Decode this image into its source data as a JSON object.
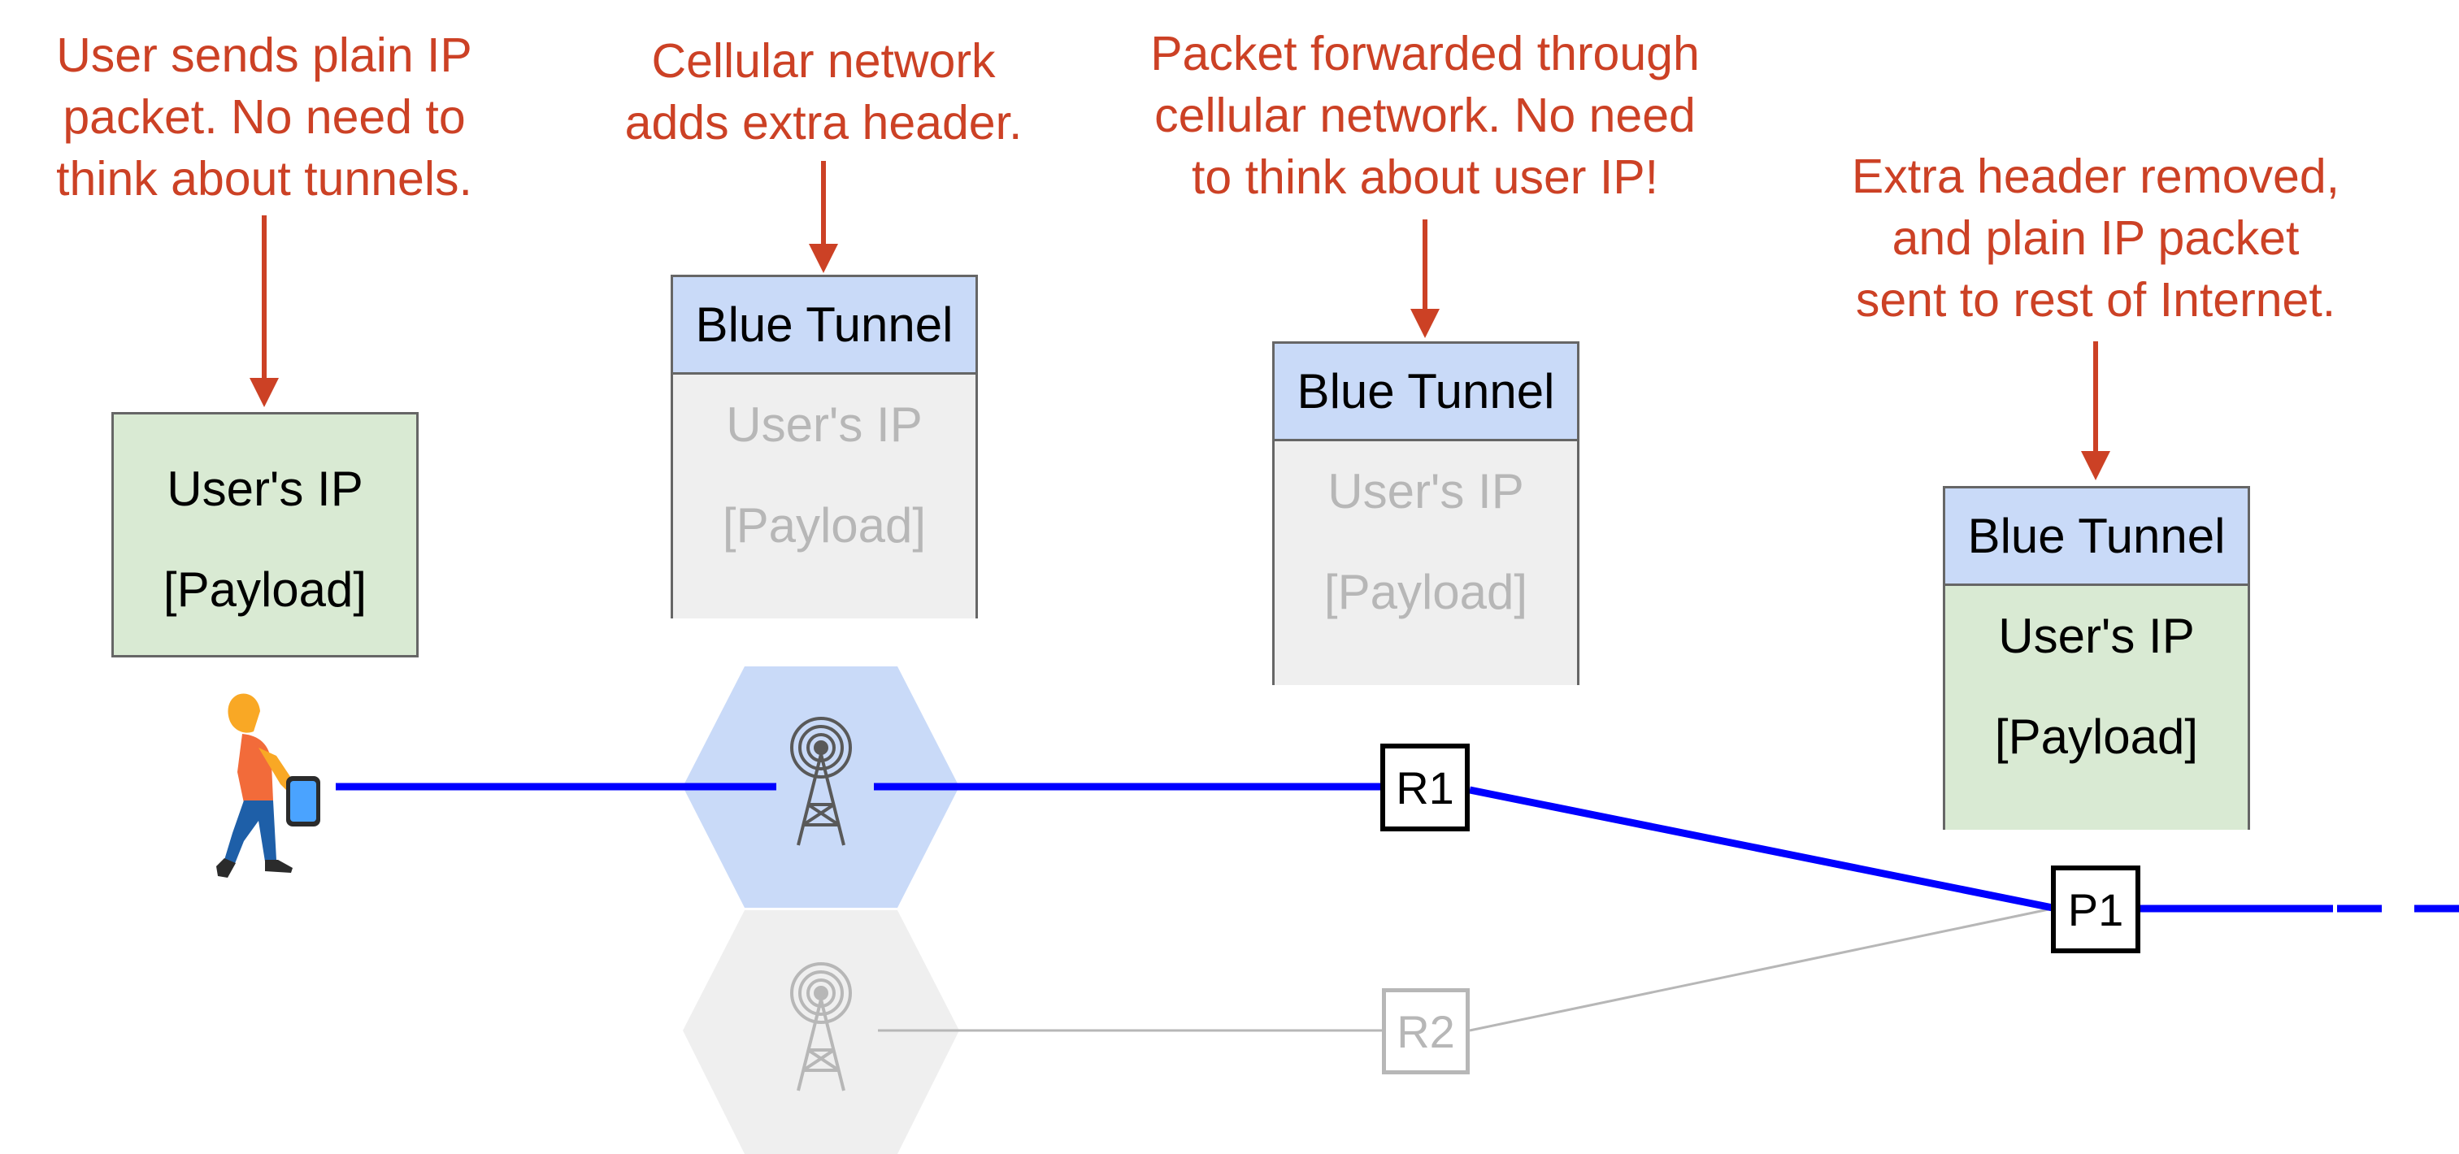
{
  "annotations": {
    "user": [
      "User sends plain IP",
      "packet. No need to",
      "think about tunnels."
    ],
    "cellular": [
      "Cellular network",
      "adds extra header."
    ],
    "forwarded": [
      "Packet forwarded through",
      "cellular network. No need",
      "to think about user IP!"
    ],
    "removed": [
      "Extra header removed,",
      "and plain IP packet",
      "sent to rest of Internet."
    ]
  },
  "packets": {
    "user_packet": {
      "lines": [
        "User's IP",
        "[Payload]"
      ]
    },
    "tunnel_packet_1": {
      "header": "Blue Tunnel",
      "lines": [
        "User's IP",
        "[Payload]"
      ]
    },
    "tunnel_packet_2": {
      "header": "Blue Tunnel",
      "lines": [
        "User's IP",
        "[Payload]"
      ]
    },
    "tunnel_packet_3": {
      "header": "Blue Tunnel",
      "lines": [
        "User's IP",
        "[Payload]"
      ]
    }
  },
  "routers": {
    "r1": "R1",
    "r2": "R2",
    "p1": "P1"
  },
  "icons": {
    "user": "person-walking-with-phone-icon",
    "tower_active": "cell-tower-icon",
    "tower_inactive": "cell-tower-icon"
  },
  "colors": {
    "annotation": "#cc4125",
    "active_link": "#0000ff",
    "inactive": "#b7b7b7",
    "tunnel_header": "#c9daf8",
    "plain_packet": "#d9ead3",
    "encapsulated_body": "#efefef",
    "active_cell": "#c9daf8",
    "inactive_cell": "#efefef"
  }
}
